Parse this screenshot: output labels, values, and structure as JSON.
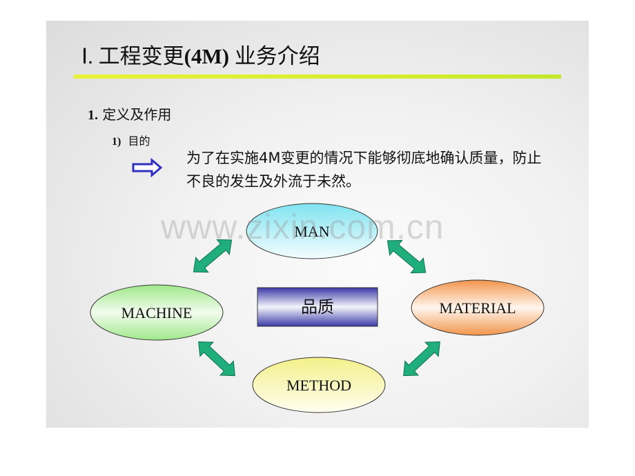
{
  "title": {
    "roman": "Ⅰ.",
    "text_a": " 工程变更",
    "text_b": "(4M)",
    "text_c": " 业务介绍"
  },
  "section": {
    "number": "1.",
    "label": "定义及作用"
  },
  "subsection": {
    "number": "1)",
    "label": "目的"
  },
  "purpose_text": "为了在实施4M变更的情况下能够彻底地确认质量，防止不良的发生及外流于未然。",
  "watermark": "www.zixin.com.cn",
  "diagram": {
    "center": "品质",
    "nodes": {
      "man": "MAN",
      "machine": "MACHINE",
      "material": "MATERIAL",
      "method": "METHOD"
    },
    "colors": {
      "man": "#7fe3f0",
      "machine": "#9fe88a",
      "material": "#f2944a",
      "method": "#f3f08a",
      "center": "#3a3aa8",
      "arrow": "#1fae7c",
      "arrow_icon": "#3030c0",
      "highlight_bar": "#dbee30"
    }
  }
}
